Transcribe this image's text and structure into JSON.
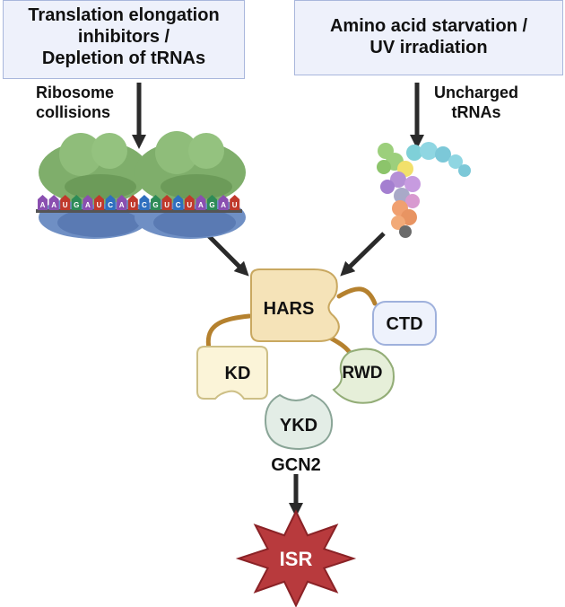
{
  "trigger_boxes": {
    "left": {
      "lines": [
        "Translation elongation",
        "inhibitors /",
        "Depletion of tRNAs"
      ]
    },
    "right": {
      "lines": [
        "Amino acid starvation /",
        "UV irradiation"
      ]
    }
  },
  "signals": {
    "left": {
      "lines": [
        "Ribosome",
        "collisions"
      ]
    },
    "right": {
      "lines": [
        "Uncharged",
        "tRNAs"
      ]
    }
  },
  "mrna": {
    "nucleotides": [
      "A",
      "A",
      "U",
      "G",
      "A",
      "U",
      "C",
      "A",
      "U",
      "C",
      "G",
      "U",
      "C",
      "U",
      "A",
      "G",
      "A",
      "U"
    ],
    "colors": {
      "A": "#8a4fb0",
      "U": "#c0392b",
      "G": "#2e8b57",
      "C": "#2f6fbf"
    }
  },
  "gcn2": {
    "label": "GCN2",
    "domains": {
      "hars": "HARS",
      "ctd": "CTD",
      "kd": "KD",
      "rwd": "RWD",
      "ykd": "YKD"
    },
    "colors": {
      "hars_fill": "#f5e3b8",
      "hars_stroke": "#c9a860",
      "ctd_fill": "#eef2fc",
      "ctd_stroke": "#9fb1dc",
      "kd_fill": "#fbf4d8",
      "kd_stroke": "#cdbf86",
      "rwd_fill": "#e6efd9",
      "rwd_stroke": "#93ad77",
      "ykd_fill": "#e3ede6",
      "ykd_stroke": "#8aa597",
      "linker": "#b5812e"
    }
  },
  "output": {
    "label": "ISR",
    "fill": "#b83a3d",
    "stroke": "#8a2226"
  },
  "colors": {
    "arrow": "#2a2a2a",
    "ribosome_large": "#7fae6b",
    "ribosome_small": "#6f8fc4"
  }
}
